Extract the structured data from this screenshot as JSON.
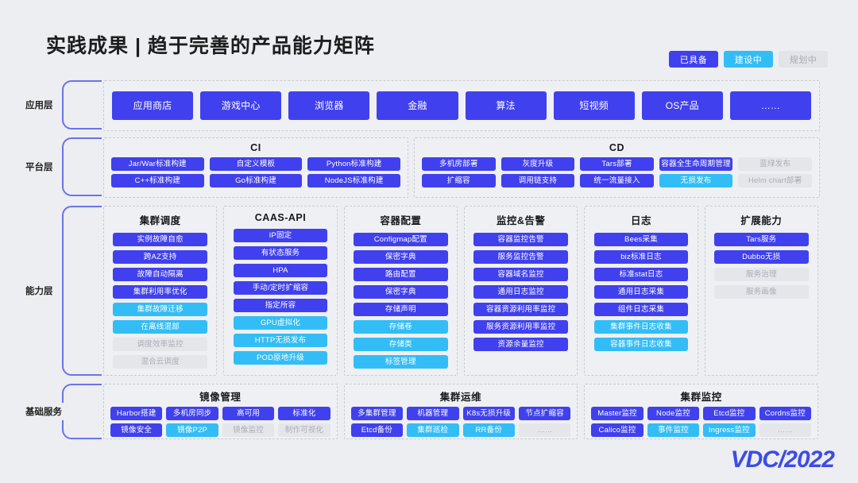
{
  "header": {
    "title": "实践成果 | 趋于完善的产品能力矩阵",
    "legend": [
      {
        "label": "已具备",
        "state": "ready",
        "color": "#4040ee"
      },
      {
        "label": "建设中",
        "state": "build",
        "color": "#33bdf6"
      },
      {
        "label": "规划中",
        "state": "plan",
        "color": "#e2e4e8"
      }
    ]
  },
  "layers": [
    {
      "name": "应用层",
      "items": [
        {
          "label": "应用商店",
          "state": "ready"
        },
        {
          "label": "游戏中心",
          "state": "ready"
        },
        {
          "label": "浏览器",
          "state": "ready"
        },
        {
          "label": "金融",
          "state": "ready"
        },
        {
          "label": "算法",
          "state": "ready"
        },
        {
          "label": "短视频",
          "state": "ready"
        },
        {
          "label": "OS产品",
          "state": "ready"
        },
        {
          "label": "……",
          "state": "ready"
        }
      ]
    },
    {
      "name": "平台层",
      "groups": [
        {
          "title": "CI",
          "columns": [
            [
              {
                "label": "Jar/War标准构建",
                "state": "ready"
              },
              {
                "label": "C++标准构建",
                "state": "ready"
              }
            ],
            [
              {
                "label": "自定义模板",
                "state": "ready"
              },
              {
                "label": "Go标准构建",
                "state": "ready"
              }
            ],
            [
              {
                "label": "Python标准构建",
                "state": "ready"
              },
              {
                "label": "NodeJS标准构建",
                "state": "ready"
              }
            ]
          ]
        },
        {
          "title": "CD",
          "columns": [
            [
              {
                "label": "多机房部署",
                "state": "ready"
              },
              {
                "label": "扩缩容",
                "state": "ready"
              }
            ],
            [
              {
                "label": "灰度升级",
                "state": "ready"
              },
              {
                "label": "调用链支持",
                "state": "ready"
              }
            ],
            [
              {
                "label": "Tars部署",
                "state": "ready"
              },
              {
                "label": "统一流量接入",
                "state": "ready"
              }
            ],
            [
              {
                "label": "容器全生命周期管理",
                "state": "ready"
              },
              {
                "label": "无损发布",
                "state": "build"
              }
            ],
            [
              {
                "label": "蓝绿发布",
                "state": "plan"
              },
              {
                "label": "Helm chart部署",
                "state": "plan"
              }
            ]
          ]
        }
      ]
    },
    {
      "name": "能力层",
      "columns": [
        {
          "title": "集群调度",
          "items": [
            {
              "label": "实例故障自愈",
              "state": "ready"
            },
            {
              "label": "跨AZ支持",
              "state": "ready"
            },
            {
              "label": "故障自动隔离",
              "state": "ready"
            },
            {
              "label": "集群利用率优化",
              "state": "ready"
            },
            {
              "label": "集群故障迁移",
              "state": "build"
            },
            {
              "label": "在离线混部",
              "state": "build"
            },
            {
              "label": "调度效率监控",
              "state": "plan"
            },
            {
              "label": "混合云调度",
              "state": "plan"
            }
          ]
        },
        {
          "title": "CAAS-API",
          "items": [
            {
              "label": "IP固定",
              "state": "ready"
            },
            {
              "label": "有状态服务",
              "state": "ready"
            },
            {
              "label": "HPA",
              "state": "ready"
            },
            {
              "label": "手动/定时扩缩容",
              "state": "ready"
            },
            {
              "label": "指定所容",
              "state": "ready"
            },
            {
              "label": "GPU虚拟化",
              "state": "build"
            },
            {
              "label": "HTTP无损发布",
              "state": "build"
            },
            {
              "label": "POD原地升级",
              "state": "build"
            }
          ]
        },
        {
          "title": "容器配置",
          "items": [
            {
              "label": "Configmap配置",
              "state": "ready"
            },
            {
              "label": "保密字典",
              "state": "ready"
            },
            {
              "label": "路由配置",
              "state": "ready"
            },
            {
              "label": "保密字典",
              "state": "ready"
            },
            {
              "label": "存储声明",
              "state": "ready"
            },
            {
              "label": "存储卷",
              "state": "build"
            },
            {
              "label": "存储类",
              "state": "build"
            },
            {
              "label": "标签管理",
              "state": "build"
            }
          ]
        },
        {
          "title": "监控&告警",
          "items": [
            {
              "label": "容器监控告警",
              "state": "ready"
            },
            {
              "label": "服务监控告警",
              "state": "ready"
            },
            {
              "label": "容器域名监控",
              "state": "ready"
            },
            {
              "label": "通用日志监控",
              "state": "ready"
            },
            {
              "label": "容器资源利用率监控",
              "state": "ready"
            },
            {
              "label": "服务资源利用率监控",
              "state": "ready"
            },
            {
              "label": "资源余量监控",
              "state": "ready"
            }
          ]
        },
        {
          "title": "日志",
          "items": [
            {
              "label": "Bees采集",
              "state": "ready"
            },
            {
              "label": "biz标准日志",
              "state": "ready"
            },
            {
              "label": "标准stat日志",
              "state": "ready"
            },
            {
              "label": "通用日志采集",
              "state": "ready"
            },
            {
              "label": "组件日志采集",
              "state": "ready"
            },
            {
              "label": "集群事件日志收集",
              "state": "build"
            },
            {
              "label": "容器事件日志收集",
              "state": "build"
            }
          ]
        },
        {
          "title": "扩展能力",
          "items": [
            {
              "label": "Tars服务",
              "state": "ready"
            },
            {
              "label": "Dubbo无损",
              "state": "ready"
            },
            {
              "label": "服务治理",
              "state": "plan"
            },
            {
              "label": "服务画像",
              "state": "plan"
            }
          ]
        }
      ]
    },
    {
      "name": "基础服务",
      "groups": [
        {
          "title": "镜像管理",
          "rows": [
            [
              {
                "label": "Harbor搭建",
                "state": "ready"
              },
              {
                "label": "多机房同步",
                "state": "ready"
              },
              {
                "label": "高可用",
                "state": "ready"
              },
              {
                "label": "标准化",
                "state": "ready"
              }
            ],
            [
              {
                "label": "镜像安全",
                "state": "ready"
              },
              {
                "label": "镜像P2P",
                "state": "build"
              },
              {
                "label": "镜像监控",
                "state": "plan"
              },
              {
                "label": "制作可视化",
                "state": "plan"
              }
            ]
          ]
        },
        {
          "title": "集群运维",
          "rows": [
            [
              {
                "label": "多集群管理",
                "state": "ready"
              },
              {
                "label": "机器管理",
                "state": "ready"
              },
              {
                "label": "K8s无损升级",
                "state": "ready"
              },
              {
                "label": "节点扩缩容",
                "state": "ready"
              }
            ],
            [
              {
                "label": "Etcd备份",
                "state": "ready"
              },
              {
                "label": "集群巡检",
                "state": "build"
              },
              {
                "label": "RR备份",
                "state": "build"
              },
              {
                "label": "……",
                "state": "plan"
              }
            ]
          ]
        },
        {
          "title": "集群监控",
          "rows": [
            [
              {
                "label": "Master监控",
                "state": "ready"
              },
              {
                "label": "Node监控",
                "state": "ready"
              },
              {
                "label": "Etcd监控",
                "state": "ready"
              },
              {
                "label": "Cordns监控",
                "state": "ready"
              }
            ],
            [
              {
                "label": "Calico监控",
                "state": "ready"
              },
              {
                "label": "事件监控",
                "state": "build"
              },
              {
                "label": "Ingress监控",
                "state": "build"
              },
              {
                "label": "……",
                "state": "plan"
              }
            ]
          ]
        }
      ]
    }
  ],
  "footer": {
    "logo": "VDC/2022"
  }
}
